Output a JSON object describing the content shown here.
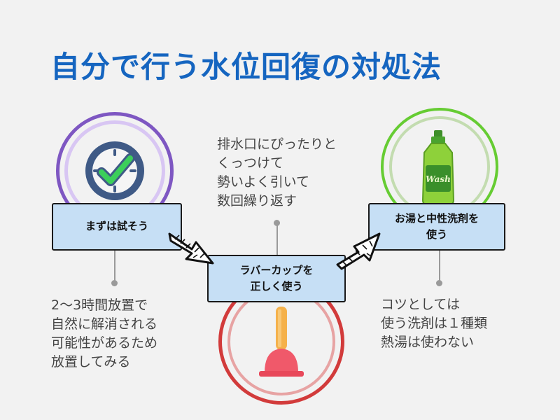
{
  "title": "自分で行う水位回復の対処法",
  "steps": [
    {
      "label": "まずは試そう",
      "icon": "clock-check-icon"
    },
    {
      "label_lines": [
        "ラバーカップを",
        "正しく使う"
      ],
      "icon": "plunger-icon"
    },
    {
      "label_lines": [
        "お湯と中性洗剤を",
        "使う"
      ],
      "icon": "dish-soap-bottle-icon",
      "bottle_text": "Wash"
    }
  ],
  "notes": {
    "step1": [
      "2〜3時間放置で",
      "自然に解消される",
      "可能性があるため",
      "放置してみる"
    ],
    "step2": [
      "排水口にぴったりと",
      "くっつけて",
      "勢いよく引いて",
      "数回繰り返す"
    ],
    "step3": [
      "コツとしては",
      "使う洗剤は１種類",
      "熱湯は使わない"
    ]
  },
  "colors": {
    "title": "#1565c0",
    "box_fill": "#c6dff5",
    "ring_purple": "#7e57c2",
    "ring_green": "#66cc33",
    "ring_red": "#d23b3b"
  }
}
